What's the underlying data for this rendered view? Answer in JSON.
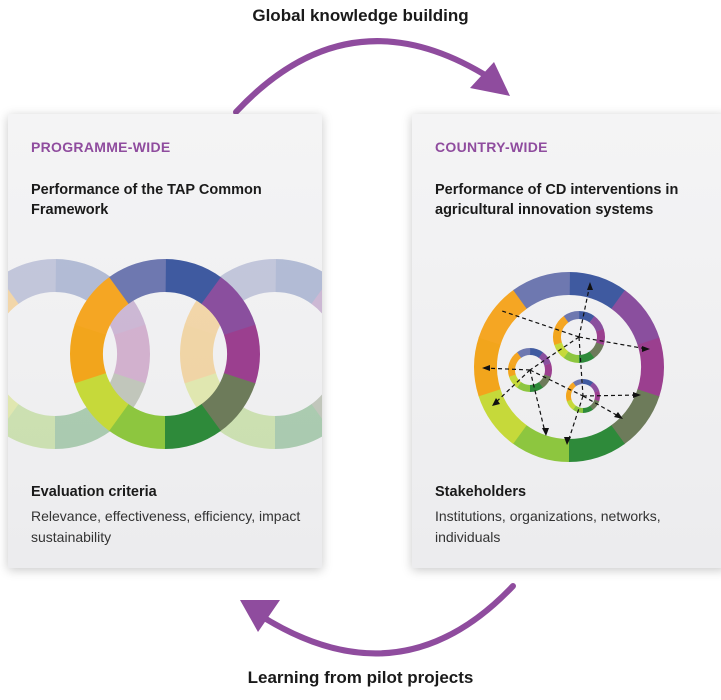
{
  "top_heading": "Global knowledge building",
  "bottom_heading": "Learning from pilot projects",
  "left_panel": {
    "label": "PROGRAMME-WIDE",
    "title": "Performance of the TAP Common Framework",
    "subhead": "Evaluation criteria",
    "body": "Relevance, effectiveness, efficiency, impact sustainability"
  },
  "right_panel": {
    "label": "COUNTRY-WIDE",
    "title": "Performance of CD interventions in agricultural innovation systems",
    "subhead": "Stakeholders",
    "body": "Institutions, organizations, networks, individuals"
  },
  "colors": {
    "accent": "#8f4c9e",
    "ring_segments": [
      "#3f5aa0",
      "#8a4f9e",
      "#9b3f8f",
      "#6d7b5a",
      "#2e8a3a",
      "#8dc63f",
      "#c6d93a",
      "#f2a51c",
      "#f5a623",
      "#6e78b0"
    ]
  }
}
